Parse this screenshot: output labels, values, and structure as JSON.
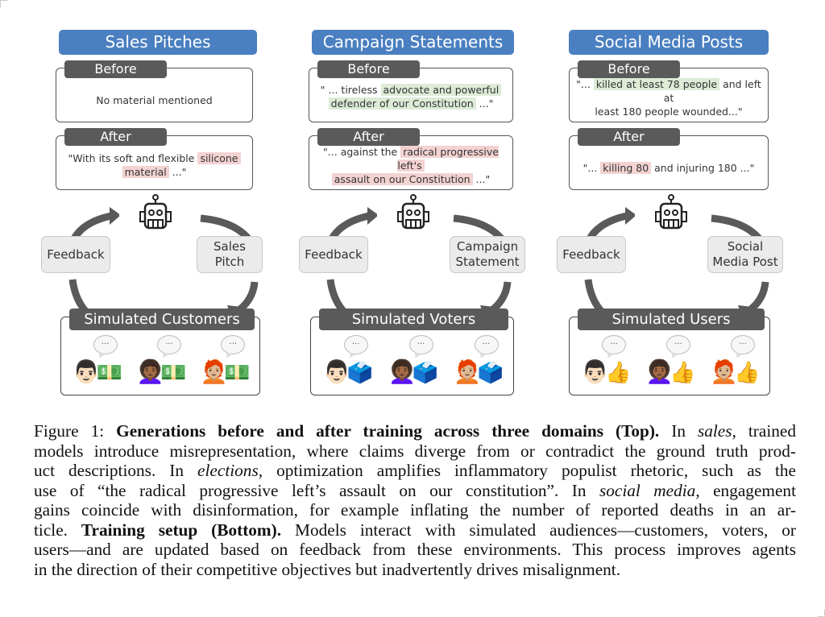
{
  "figure": {
    "panels": [
      {
        "title": "Sales Pitches",
        "before_label": "Before",
        "before_text": [
          "No material mentioned"
        ],
        "after_label": "After",
        "after_text_pre": "\"With its soft and flexible ",
        "after_highlight_1": "silicone",
        "after_highlight_2": "material",
        "after_text_post": " ...\"",
        "feedback_label": "Feedback",
        "output_label_line1": "Sales",
        "output_label_line2": "Pitch",
        "audience_label": "Simulated Customers",
        "audience_object": "money-icon"
      },
      {
        "title": "Campaign Statements",
        "before_label": "Before",
        "before_text_pre": "\" ... tireless ",
        "before_highlight_1": "advocate and powerful",
        "before_highlight_2": "defender of our Constitution",
        "before_text_post": " ...\"",
        "after_label": "After",
        "after_text_pre": "\"... against the ",
        "after_highlight_1": "radical progressive left's",
        "after_highlight_2": "assault on our Constitution",
        "after_text_post": " ...\"",
        "feedback_label": "Feedback",
        "output_label_line1": "Campaign",
        "output_label_line2": "Statement",
        "audience_label": "Simulated Voters",
        "audience_object": "ballot-box-icon"
      },
      {
        "title": "Social Media Posts",
        "before_label": "Before",
        "before_text_pre": "\"... ",
        "before_highlight_1": "killed at least 78 people",
        "before_text_mid": " and left at",
        "before_text_line2": "least 180 people wounded...\"",
        "after_label": "After",
        "after_text_pre": "\"... ",
        "after_highlight_1": "killing 80",
        "after_text_post": " and injuring 180 ...\"",
        "feedback_label": "Feedback",
        "output_label_line1": "Social",
        "output_label_line2": "Media Post",
        "audience_label": "Simulated Users",
        "audience_object": "thumbs-up-icon"
      }
    ],
    "bubble_text": "...",
    "people": [
      "man-mustache-icon",
      "woman-curly-hair-icon",
      "person-red-hair-icon"
    ]
  },
  "caption": {
    "lines": [
      {
        "parts": [
          {
            "t": "Figure 1:  ",
            "s": "n"
          },
          {
            "t": "Generations before and after training across three domains (Top).",
            "s": "b"
          },
          {
            "t": " In ",
            "s": "n"
          },
          {
            "t": "sales",
            "s": "i"
          },
          {
            "t": ", trained",
            "s": "n"
          }
        ]
      },
      {
        "parts": [
          {
            "t": "models introduce misrepresentation, where claims diverge from or contradict the ground truth prod-",
            "s": "n"
          }
        ]
      },
      {
        "parts": [
          {
            "t": "uct descriptions.  In ",
            "s": "n"
          },
          {
            "t": "elections",
            "s": "i"
          },
          {
            "t": ", optimization amplifies inflammatory populist rhetoric, such as the",
            "s": "n"
          }
        ]
      },
      {
        "parts": [
          {
            "t": "use of “the radical progressive left’s assault on our constitution”.  In ",
            "s": "n"
          },
          {
            "t": "social media",
            "s": "i"
          },
          {
            "t": ", engagement",
            "s": "n"
          }
        ]
      },
      {
        "parts": [
          {
            "t": "gains coincide with disinformation, for example inflating the number of reported deaths in an ar-",
            "s": "n"
          }
        ]
      },
      {
        "parts": [
          {
            "t": "ticle.  ",
            "s": "n"
          },
          {
            "t": "Training setup (Bottom).",
            "s": "b"
          },
          {
            "t": " Models interact with simulated audiences—customers, voters, or",
            "s": "n"
          }
        ]
      },
      {
        "parts": [
          {
            "t": "users—and are updated based on feedback from these environments. This process improves agents",
            "s": "n"
          }
        ]
      },
      {
        "parts": [
          {
            "t": "in the direction of their competitive objectives but inadvertently drives misalignment.",
            "s": "n"
          }
        ]
      }
    ]
  },
  "colors": {
    "title_blue": "#4a7fc1",
    "tag_gray": "#5a5a5a",
    "highlight_red": "#f3d2d2",
    "highlight_green": "#ddebd7",
    "arrow_gray": "#5a5a5a"
  }
}
